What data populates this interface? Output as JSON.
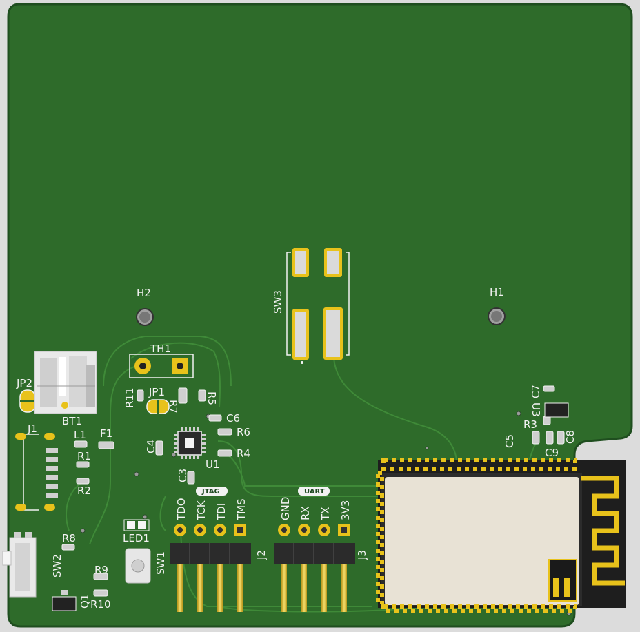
{
  "board": {
    "colors": {
      "background": "#dcdcdc",
      "soldermask": "#2e6b2a",
      "soldermask_edge": "#1f4e1f",
      "trace": "#3f8a38",
      "silkscreen": "#f2f2f2",
      "gold": "#e8c21b",
      "pad_metal": "#cfcfcf",
      "pin_dark": "#2b2b2b",
      "module_shield": "#e8e2d5",
      "module_pcb": "#1e1e1e"
    }
  },
  "labels": {
    "h1": "H1",
    "h2": "H2",
    "sw3": "SW3",
    "th1": "TH1",
    "jp1": "JP1",
    "jp2": "JP2",
    "bt1": "BT1",
    "j1": "J1",
    "l1": "L1",
    "f1": "F1",
    "r1": "R1",
    "r2": "R2",
    "r3": "R3",
    "r4": "R4",
    "r5": "R5",
    "r6": "R6",
    "r7": "R7",
    "r8": "R8",
    "r9": "R9",
    "r10": "R10",
    "r11": "R11",
    "c3": "C3",
    "c4": "C4",
    "c5": "C5",
    "c6": "C6",
    "c7": "C7",
    "c8": "C8",
    "c9": "C9",
    "u1": "U1",
    "u3": "U3",
    "q1": "Q1",
    "sw1": "SW1",
    "sw2": "SW2",
    "led1": "LED1",
    "j2": "J2",
    "j3": "J3",
    "jtag_tag": "JTAG",
    "uart_tag": "UART",
    "tdo": "TDO",
    "tck": "TCK",
    "tdi": "TDI",
    "tms": "TMS",
    "gnd": "GND",
    "rx": "RX",
    "tx": "TX",
    "v33": "3V3"
  }
}
